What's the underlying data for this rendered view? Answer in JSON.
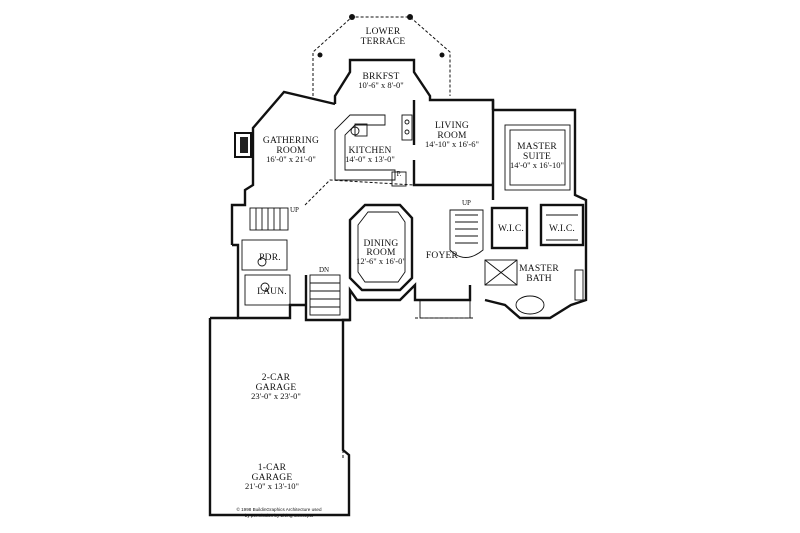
{
  "rooms": {
    "lower_terrace": {
      "line1": "LOWER",
      "line2": "TERRACE"
    },
    "brkfst": {
      "name": "BRKFST",
      "dim": "10'-6\" x 8'-0\""
    },
    "gathering": {
      "line1": "GATHERING",
      "line2": "ROOM",
      "dim": "16'-0\" x 21'-0\""
    },
    "kitchen": {
      "name": "KITCHEN",
      "dim": "14'-0\" x 13'-0\""
    },
    "living": {
      "line1": "LIVING",
      "line2": "ROOM",
      "dim": "14'-10\" x 16'-6\""
    },
    "master_suite": {
      "line1": "MASTER",
      "line2": "SUITE",
      "dim": "14'-0\" x 16'-10\""
    },
    "dining": {
      "line1": "DINING",
      "line2": "ROOM",
      "dim": "12'-6\" x 16'-0\""
    },
    "foyer": {
      "name": "FOYER"
    },
    "wic_left": {
      "name": "W.I.C."
    },
    "wic_right": {
      "name": "W.I.C."
    },
    "master_bath": {
      "line1": "MASTER",
      "line2": "BATH"
    },
    "pdr": {
      "name": "PDR."
    },
    "laun": {
      "name": "LAUN."
    },
    "garage2": {
      "line1": "2-CAR",
      "line2": "GARAGE",
      "dim": "23'-0\" x 23'-0\""
    },
    "garage1": {
      "line1": "1-CAR",
      "line2": "GARAGE",
      "dim": "21'-0\" x 13'-10\""
    }
  },
  "marks": {
    "pantry": "P.",
    "up_left": "UP",
    "up_right": "UP",
    "dn": "DN"
  },
  "copyright": {
    "line1": "© 1998 BuildinGraphics Architecture used",
    "line2": "by permission by Living Concepts"
  }
}
